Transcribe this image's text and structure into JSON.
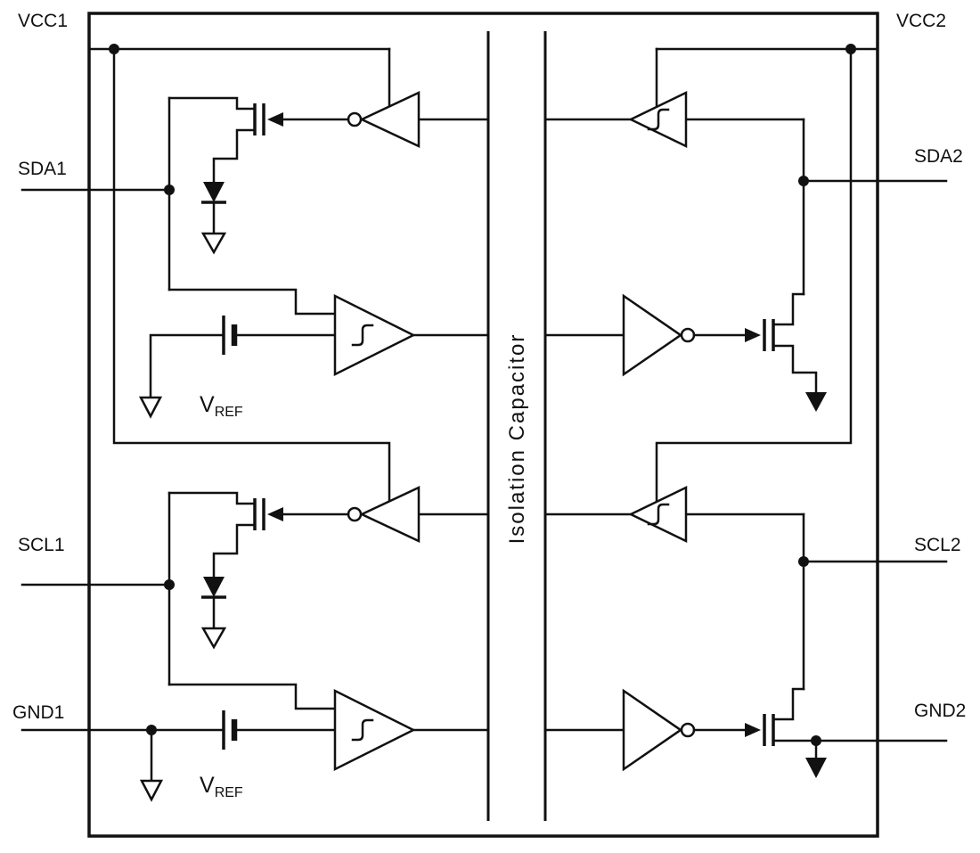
{
  "pins": {
    "vcc1": "VCC1",
    "sda1": "SDA1",
    "scl1": "SCL1",
    "gnd1": "GND1",
    "vcc2": "VCC2",
    "sda2": "SDA2",
    "scl2": "SCL2",
    "gnd2": "GND2"
  },
  "barrier": {
    "label": "Isolation Capacitor"
  },
  "references": {
    "vref_main": "V",
    "vref_sub": "REF"
  },
  "colors": {
    "line": "#111111",
    "background": "#ffffff"
  }
}
